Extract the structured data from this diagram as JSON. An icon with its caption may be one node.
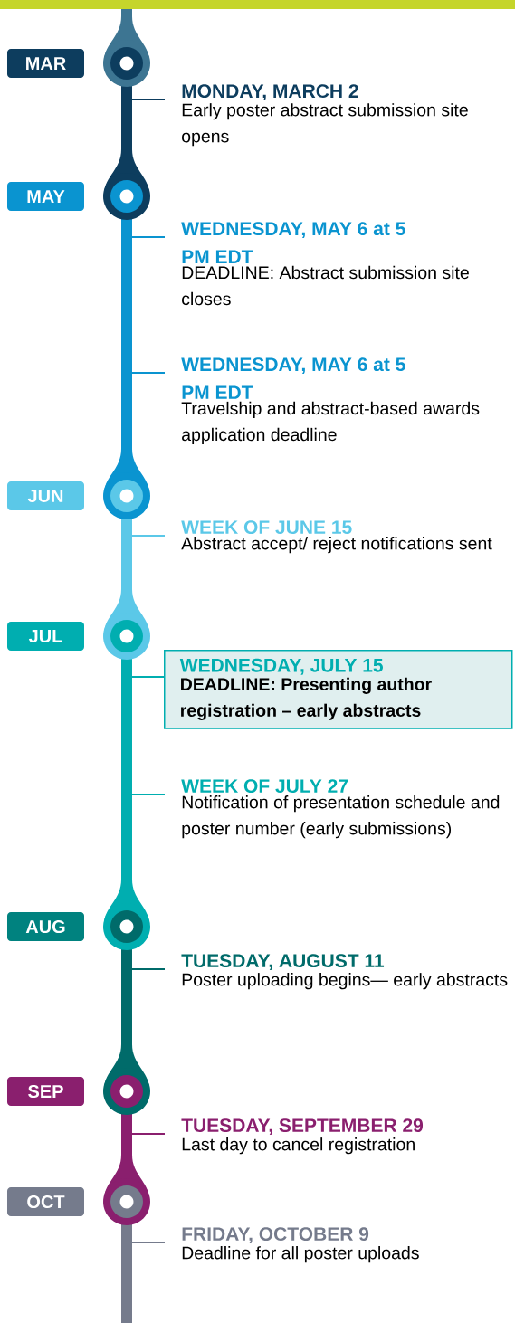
{
  "diagram": {
    "nodes": [
      {
        "text": [
          "MAR"
        ]
      },
      {
        "text": [
          "MONDAY, MARCH 2",
          "Early poster abstract submission site opens"
        ]
      },
      {
        "text": [
          "MAY"
        ]
      },
      {
        "text": [
          "WEDNESDAY, MAY 6 at 5 PM EDT",
          "DEADLINE: Abstract submission site closes"
        ]
      },
      {
        "text": [
          "WEDNESDAY, MAY 6 at 5 PM EDT",
          "Travelship and abstract-based awards application deadline"
        ]
      },
      {
        "text": [
          "JUN"
        ]
      },
      {
        "text": [
          "WEEK OF JUNE 15",
          "Abstract accept/ reject notifications sent"
        ]
      },
      {
        "text": [
          "JUL"
        ]
      },
      {
        "text": [
          "WEDNESDAY, JULY 15",
          "DEADLINE: Presenting author registration – early abstracts"
        ]
      },
      {
        "text": [
          "WEEK OF JULY 27",
          "Notification of presentation schedule and poster number (early submissions)"
        ]
      },
      {
        "text": [
          "AUG"
        ]
      },
      {
        "text": [
          "TUESDAY, AUGUST 11",
          "Poster uploading begins— early abstracts"
        ]
      },
      {
        "text": [
          "SEP"
        ]
      },
      {
        "text": [
          "TUESDAY, SEPTEMBER 29",
          "Last day to cancel registration"
        ]
      },
      {
        "text": [
          "OCT"
        ]
      },
      {
        "text": [
          "FRIDAY, OCTOBER 9",
          "Deadline for all poster uploads"
        ]
      }
    ],
    "edges": [
      {
        "from": 1,
        "to": null,
        "arrow": "none",
        "color": "#0d3d5e"
      },
      {
        "from": 3,
        "to": null,
        "arrow": "none",
        "color": "#0a94d0"
      },
      {
        "from": 4,
        "to": null,
        "arrow": "none",
        "color": "#0a94d0"
      },
      {
        "from": 6,
        "to": null,
        "arrow": "none",
        "color": "#5bc8e8"
      },
      {
        "from": 8,
        "to": null,
        "arrow": "none",
        "color": "#00aeb0"
      },
      {
        "from": 9,
        "to": null,
        "arrow": "none",
        "color": "#00aeb0"
      },
      {
        "from": 11,
        "to": null,
        "arrow": "none",
        "color": "#006b6a"
      },
      {
        "from": 13,
        "to": null,
        "arrow": "none",
        "color": "#8a1f6e"
      },
      {
        "from": 15,
        "to": null,
        "arrow": "none",
        "color": "#757b8c"
      }
    ]
  }
}
